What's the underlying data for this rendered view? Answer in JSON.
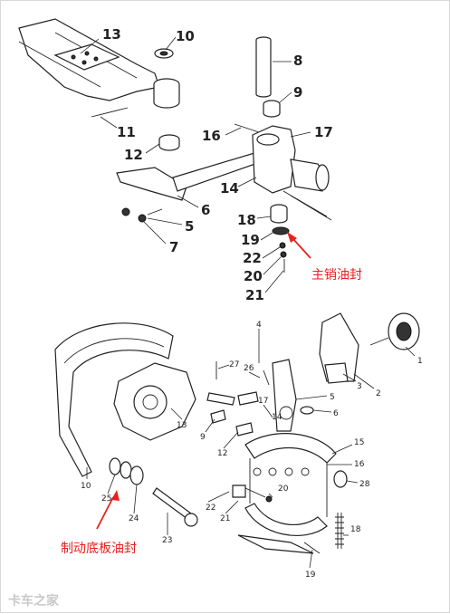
{
  "top_callouts": [
    "13",
    "10",
    "8",
    "9",
    "11",
    "12",
    "16",
    "17",
    "14",
    "6",
    "5",
    "7",
    "18",
    "19",
    "22",
    "20",
    "21"
  ],
  "top_annotation": "主销油封",
  "bottom_callouts": [
    "1",
    "2",
    "3",
    "4",
    "5",
    "6",
    "9",
    "10",
    "12",
    "13",
    "14",
    "15",
    "16",
    "17",
    "18",
    "19",
    "20",
    "21",
    "22",
    "23",
    "24",
    "25",
    "26",
    "27",
    "28"
  ],
  "bottom_annotation": "制动底板油封",
  "watermark": "卡车之家",
  "colors": {
    "annotation": "#e8211e",
    "ink": "#222222",
    "watermark": "#c9c9c9"
  }
}
